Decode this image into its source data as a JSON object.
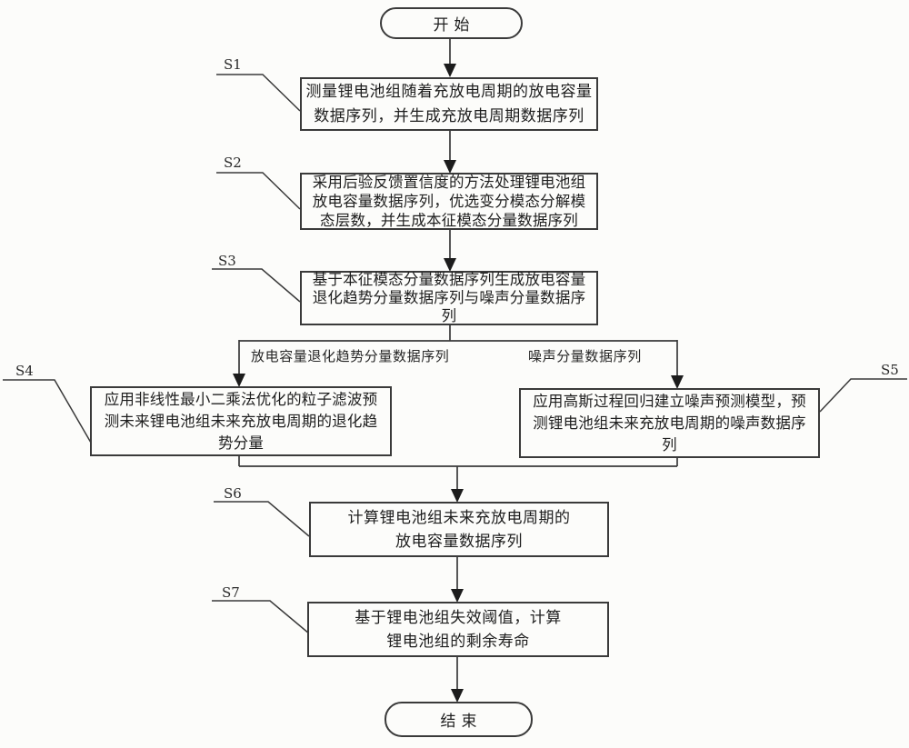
{
  "figure": {
    "background": "#fcfcfa",
    "line_color": "#3a3a3a",
    "text_color": "#1e1e1e"
  },
  "terminals": {
    "start": "开始",
    "end": "结束"
  },
  "steps": [
    {
      "id": "S1",
      "lines": [
        "测量锂电池组随着充放电周期的放电容量",
        "数据序列，并生成充放电周期数据序列"
      ]
    },
    {
      "id": "S2",
      "lines": [
        "采用后验反馈置信度的方法处理锂电池组",
        "放电容量数据序列，优选变分模态分解模",
        "态层数，并生成本征模态分量数据序列"
      ]
    },
    {
      "id": "S3",
      "lines": [
        "基于本征模态分量数据序列生成放电容量",
        "退化趋势分量数据序列与噪声分量数据序",
        "列"
      ]
    },
    {
      "id": "S4",
      "lines": [
        "应用非线性最小二乘法优化的粒子滤波预",
        "测未来锂电池组未来充放电周期的退化趋",
        "势分量"
      ]
    },
    {
      "id": "S5",
      "lines": [
        "应用高斯过程回归建立噪声预测模型，预",
        "测锂电池组未来充放电周期的噪声数据序",
        "列"
      ]
    },
    {
      "id": "S6",
      "lines": [
        "计算锂电池组未来充放电周期的",
        "放电容量数据序列"
      ]
    },
    {
      "id": "S7",
      "lines": [
        "基于锂电池组失效阈值，计算",
        "锂电池组的剩余寿命"
      ]
    }
  ],
  "branch_labels": {
    "left": "放电容量退化趋势分量数据序列",
    "right": "噪声分量数据序列"
  }
}
